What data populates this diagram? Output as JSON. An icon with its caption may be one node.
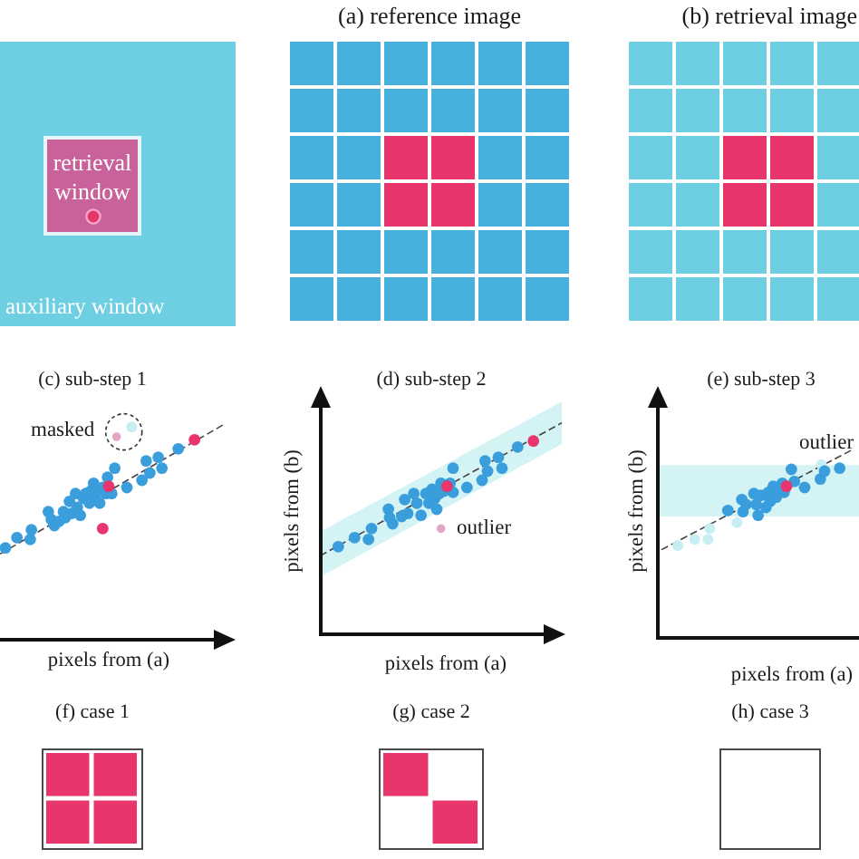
{
  "diagram": {
    "nodes": [
      {
        "text": [
          "auxiliary window"
        ]
      },
      {
        "text": [
          "retrieval window"
        ],
        "in": 0
      },
      {
        "text": [
          "(a) reference image"
        ]
      },
      {
        "text": [
          "(b) retrieval image"
        ]
      },
      {
        "text": [
          "(f) case 1"
        ]
      },
      {
        "text": [
          "(g) case 2"
        ]
      },
      {
        "text": [
          "(h) case 3"
        ]
      }
    ],
    "labels": [
      "(c) sub-step 1",
      "masked",
      "pixels from (a)",
      "(d) sub-step 2",
      "pixels from (b)",
      "outlier",
      "pixels from (a)",
      "(e) sub-step 3",
      "outlier",
      "pixels from (b)",
      "pixels from (a)"
    ]
  }
}
